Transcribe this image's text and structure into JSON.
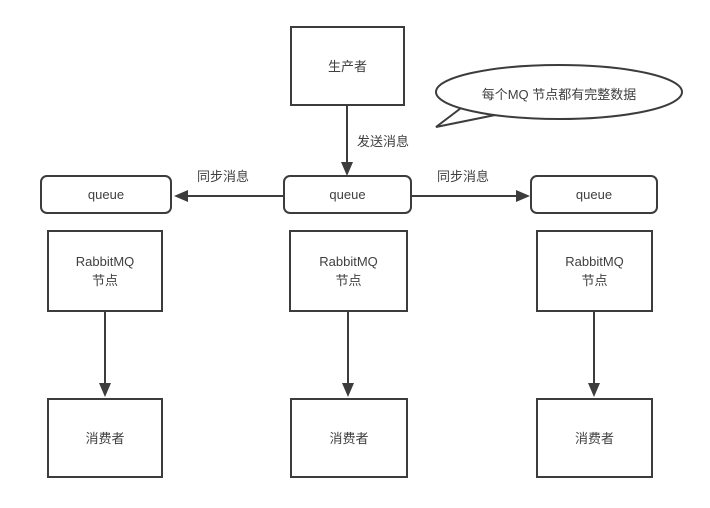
{
  "diagram": {
    "colors": {
      "stroke": "#3c3c3c",
      "text": "#3f3f3f",
      "fill": "#ffffff"
    },
    "producer": {
      "label": "生产者"
    },
    "callout": {
      "text": "每个MQ 节点都有完整数据"
    },
    "edge_labels": {
      "send": "发送消息",
      "sync_left": "同步消息",
      "sync_right": "同步消息"
    },
    "queues": [
      {
        "label": "queue"
      },
      {
        "label": "queue"
      },
      {
        "label": "queue"
      }
    ],
    "nodes": [
      {
        "line1": "RabbitMQ",
        "line2": "节点"
      },
      {
        "line1": "RabbitMQ",
        "line2": "节点"
      },
      {
        "line1": "RabbitMQ",
        "line2": "节点"
      }
    ],
    "consumers": [
      {
        "label": "消费者"
      },
      {
        "label": "消费者"
      },
      {
        "label": "消费者"
      }
    ]
  }
}
